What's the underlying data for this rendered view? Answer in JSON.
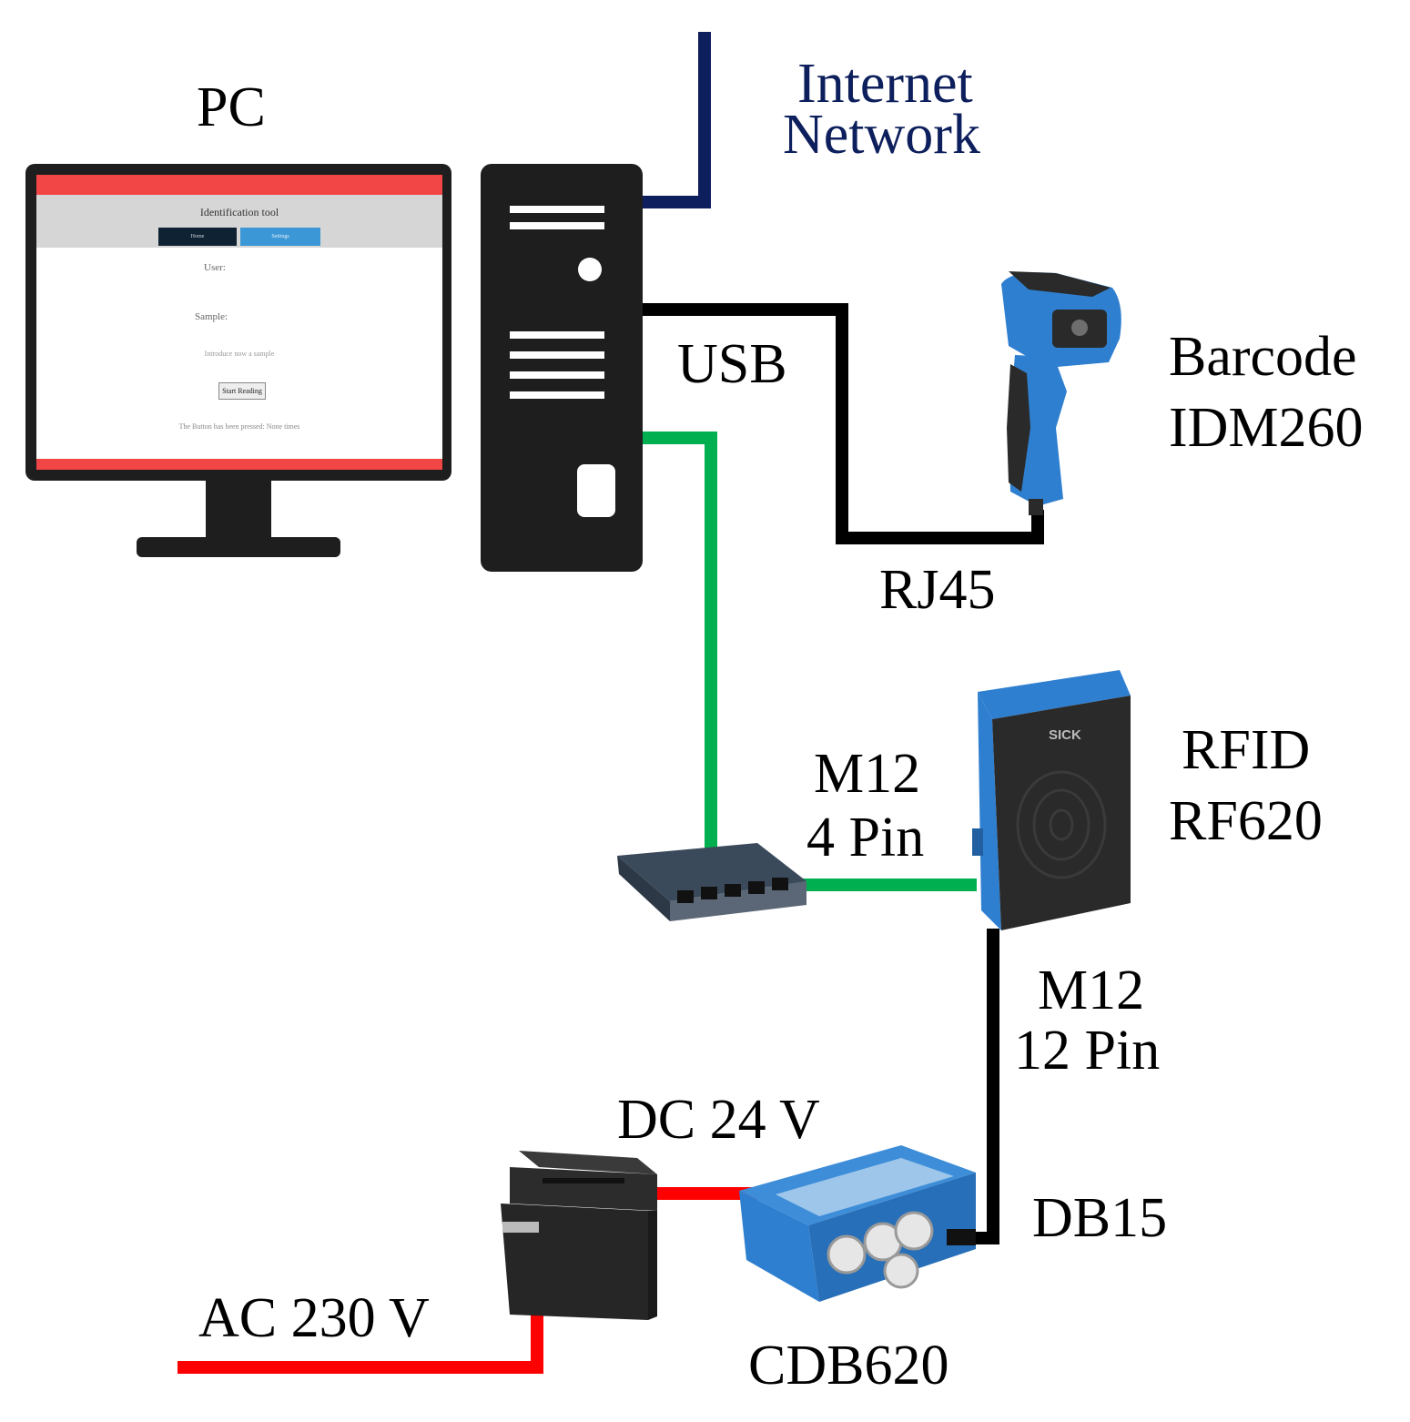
{
  "labels": {
    "pc": "PC",
    "internet_line1": "Internet",
    "internet_line2": "Network",
    "usb": "USB",
    "barcode_line1": "Barcode",
    "barcode_line2": "IDM260",
    "rj45": "RJ45",
    "m12_4_line1": "M12",
    "m12_4_line2": "4 Pin",
    "rfid_line1": "RFID",
    "rfid_line2": "RF620",
    "m12_12_line1": "M12",
    "m12_12_line2": "12 Pin",
    "dc24": "DC 24 V",
    "db15": "DB15",
    "ac230": "AC 230 V",
    "cdb620": "CDB620"
  },
  "screen": {
    "title": "Identification tool",
    "tab_left": "Home",
    "tab_right": "Settings",
    "user_label": "User:",
    "sample_label": "Sample:",
    "input_placeholder": "Introduce now a sample",
    "start_button": "Start Reading",
    "status_message": "The Button has been pressed: None times"
  },
  "rfid_brand": "SICK",
  "colors": {
    "internet_cable": "#0d1f5c",
    "usb_cable": "#000000",
    "ethernet_cable": "#00b050",
    "m12_12pin_cable": "#000000",
    "power_cable": "#ff0000",
    "device_dark": "#1e1e1e",
    "device_blue": "#2f7fd0"
  }
}
